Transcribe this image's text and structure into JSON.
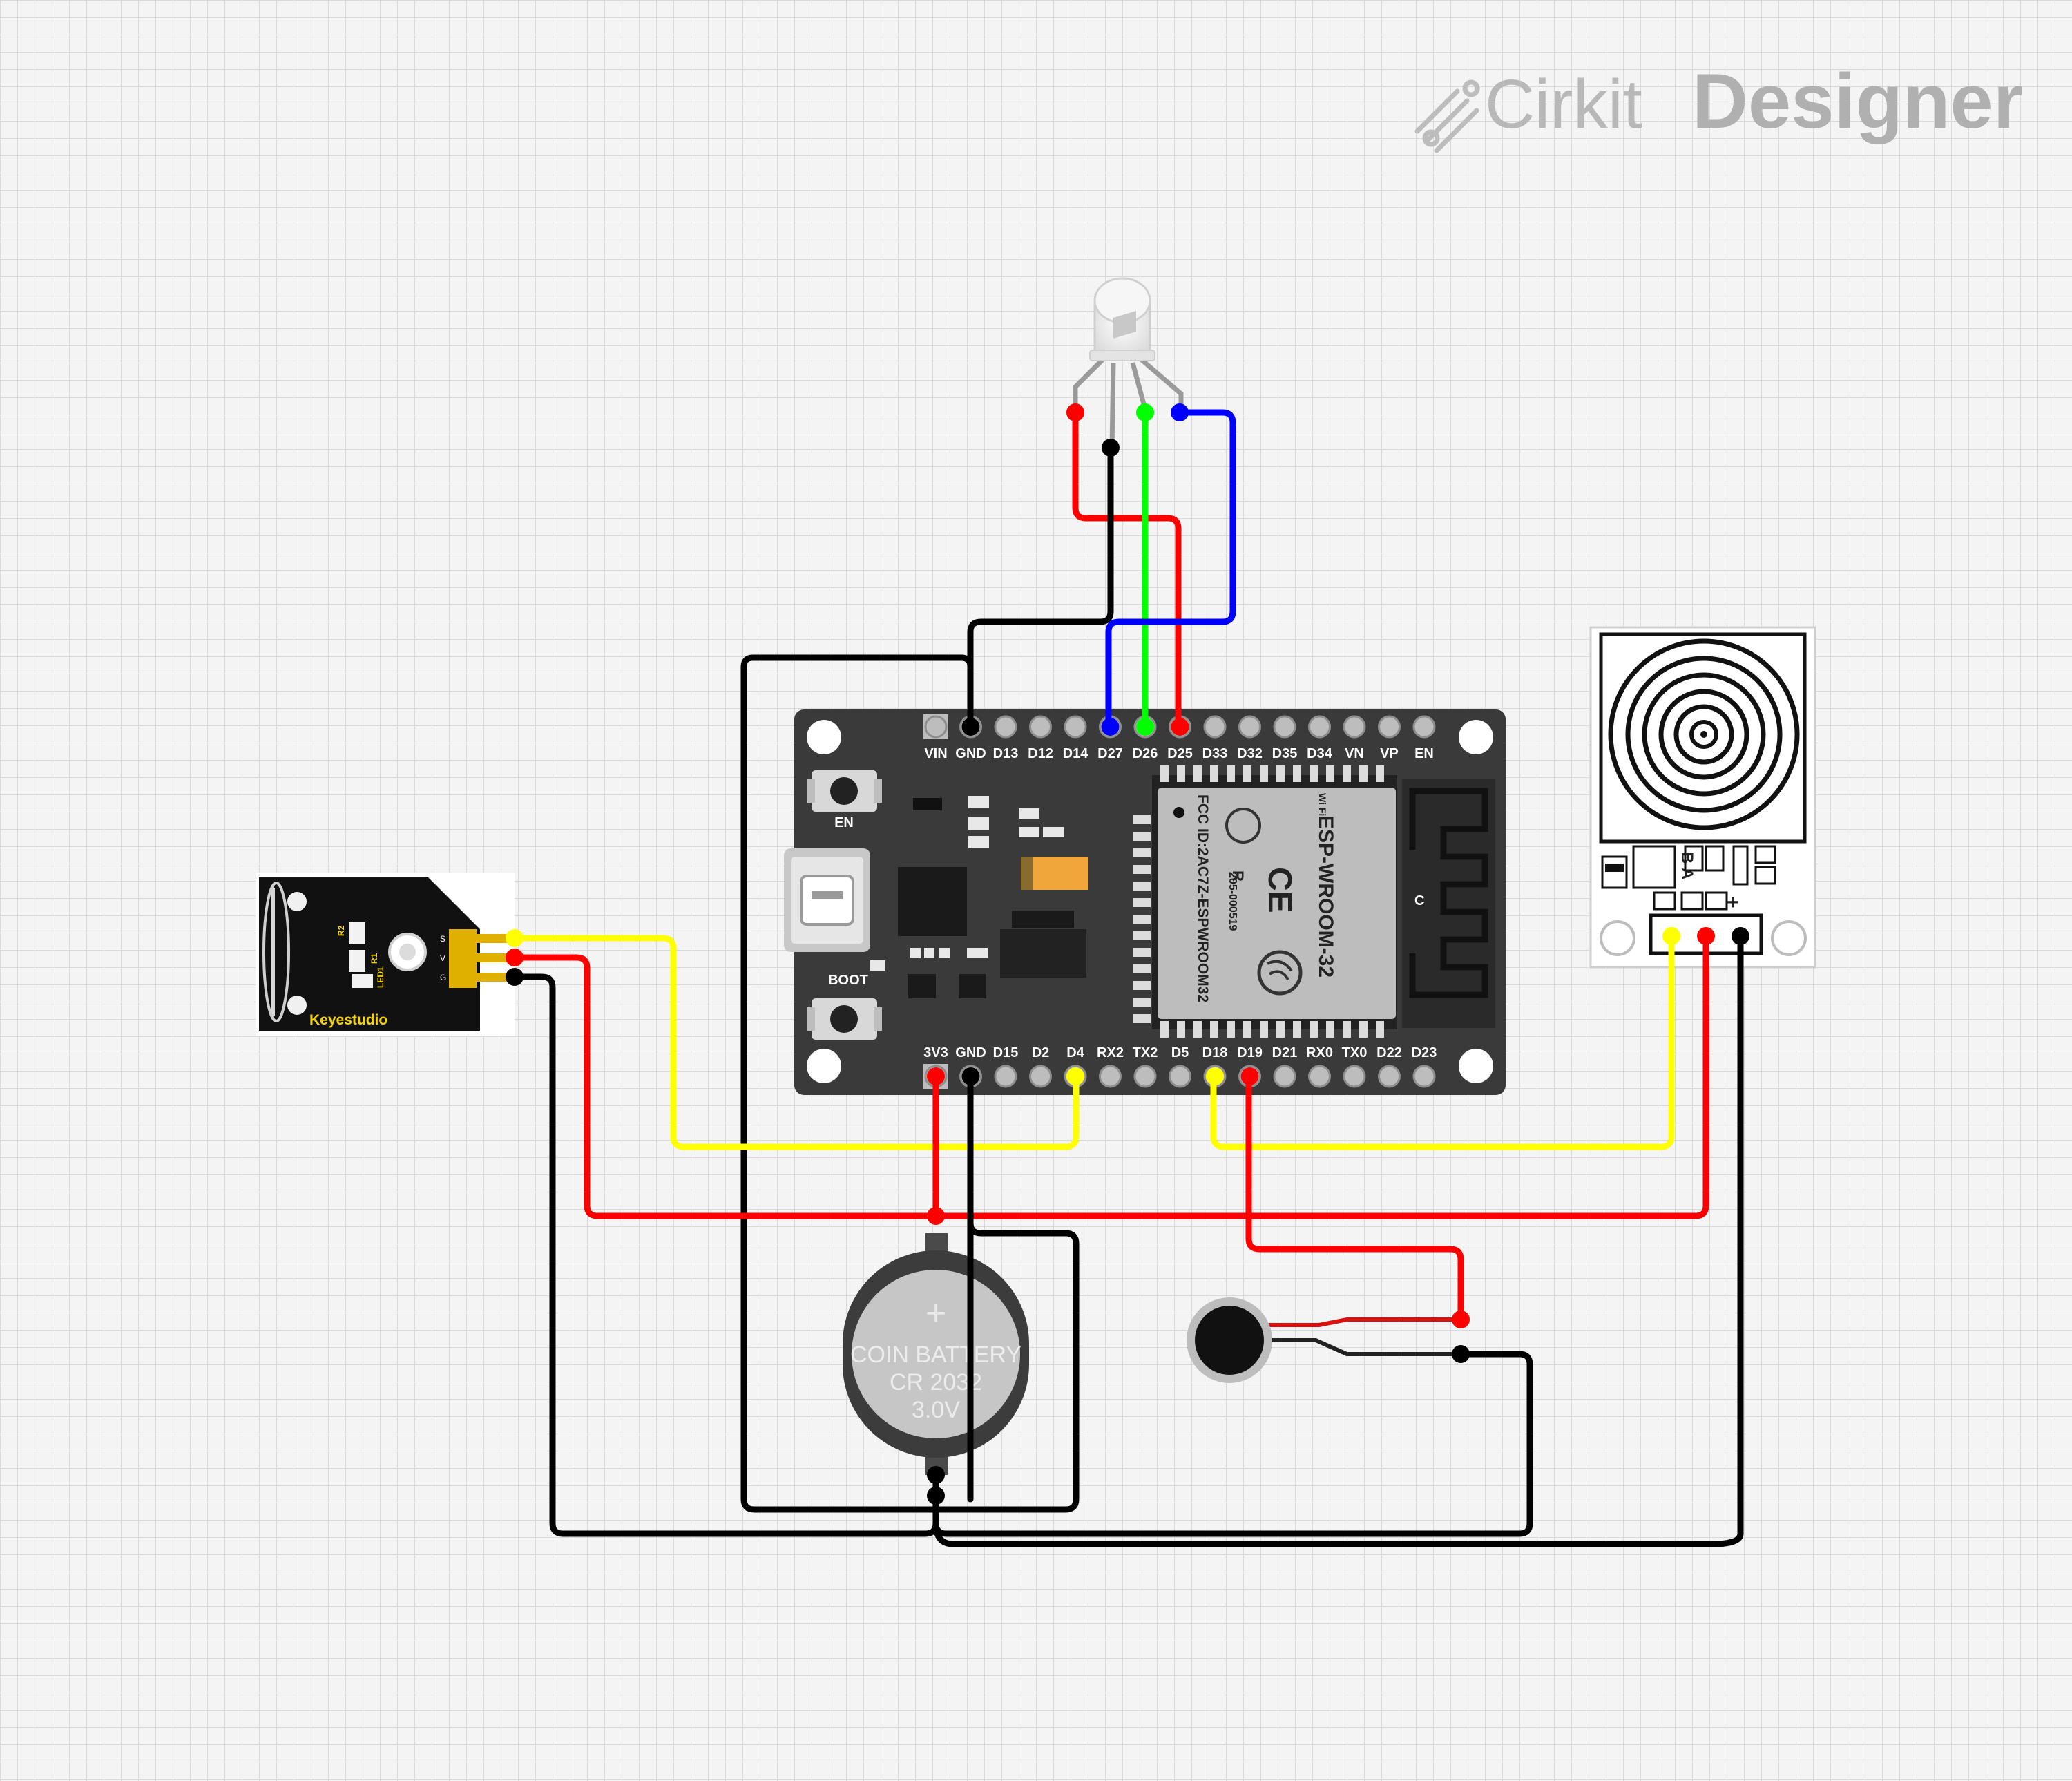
{
  "app": {
    "brand_light": "Cirkit",
    "brand_bold": "Designer",
    "logo_icon": "cirkit-logo-icon"
  },
  "colors": {
    "grid_bg": "#f4f4f4",
    "grid_line": "#d9d9d9",
    "board": "#3a3a3a",
    "wire_red": "#ff0000",
    "wire_black": "#000000",
    "wire_yellow": "#ffff00",
    "wire_green": "#00ff00",
    "wire_blue": "#0000ff"
  },
  "esp32": {
    "top_pins": [
      "VIN",
      "GND",
      "D13",
      "D12",
      "D14",
      "D27",
      "D26",
      "D25",
      "D33",
      "D32",
      "D35",
      "D34",
      "VN",
      "VP",
      "EN"
    ],
    "bottom_pins": [
      "3V3",
      "GND",
      "D15",
      "D2",
      "D4",
      "RX2",
      "TX2",
      "D5",
      "D18",
      "D19",
      "D21",
      "RX0",
      "TX0",
      "D22",
      "D23"
    ],
    "button_en": "EN",
    "button_boot": "BOOT",
    "module_name": "ESP-WROOM-32",
    "module_fcc": "FCC ID:2AC7Z-ESPWROOM32",
    "module_code": "205-000519",
    "wifi_badge": "Wi Fi",
    "ce_mark": "CE",
    "r_mark": "R",
    "antenna_c": "C"
  },
  "keyestudio": {
    "brand": "Keyestudio",
    "pins": [
      "S",
      "V",
      "G"
    ],
    "silk_r2": "R2",
    "silk_r1": "R1",
    "silk_led": "LED1"
  },
  "battery": {
    "plus": "+",
    "line1": "COIN BATTERY",
    "line2": "CR 2032",
    "line3": "3.0V"
  },
  "touch_sensor": {
    "silk_b": "B",
    "silk_a": "A",
    "silk_plus": "+"
  }
}
